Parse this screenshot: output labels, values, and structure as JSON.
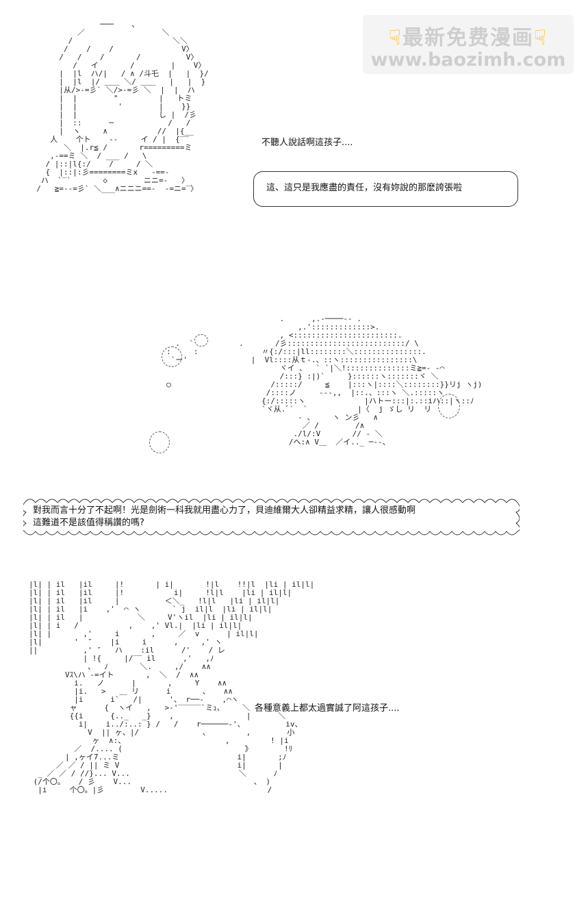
{
  "watermark": {
    "line1": "最新免费漫画",
    "line2": "www.baozimh.com",
    "hand_icon": "pointing-down-hand-icon"
  },
  "panel1": {
    "narration": "不聽人說話啊這孩子....",
    "speech": "這、這只是我應盡的責任，沒有妳說的那麽誇張啦"
  },
  "panel2": {
    "speech_line1": "對我而言十分了不起啊！光是劍術一科我就用盡心力了，貝迪維爾大人卻精益求精，讓人很感動啊",
    "speech_line2": "這難道不是該值得稱讚的嗎?"
  },
  "panel3": {
    "narration": "各種意義上都太過實誠了阿這孩子...."
  },
  "art": {
    "panel1": "                ───    、\n           ／                 ＼\n         /                      ＼＼\n        /    /    /               V〉\n       /   /    /       /          V〉\n          /   イ       /        |    V〉\n       |  |l  ハ/|   / ∧ /斗乇  |   |  }/\n       |  |l  |/ ＿＿ ＼/ ＿＿   |   |  }\n       |从/>‐=彡` ＼/>‐=彡 ＼  |  |  ハ\n       |  |        \"         |   トミ\n       |  |         '        |    }}\n       |  |                  し |  /彡\n       |  ::      ─            /   /\n       |  ヽ     ∧           //  |{__\n     人    个ト    ‐‐     イ / |  {‾‾\n        ＼  |.r≦ /       r=========ミ\n     ,-==ミ ＼  / ___ /   \\\n    / |::|l{:/    /     / ＼\n    {  |::|:彡========ミx   -==-\n   ハ  `‾`       ◇        ニニ=-   〉\n  /   ≧=--=彡` ＼___∧ニニニ==-  -=ニ=‾〉",
    "panel2": "                              .      ,.-────‐- .\n                                  ,.':::::::::::::>.\n                              , <:::::::::::::::::::::::.\n       .  `          .       /彡::::::::::::::::::::::::::/ \\\n     :     :              〃{:/:::|ll::::::::＼:::::::::::::::.\n      `ー'              |  Vl::::从ｔ-.、::ヽ::::::::::::::::\\\n                              ヾイ 、  ` `|＼!::::::::::::::ミ≧=- ‐⌒\n                              /:::} :|)`     }::::::ヽ:::::::ヾ ＼\n     ○                      /:::::/     ≦    |:::ヽ|::::＼::::::::}}リj ヽj)\n                           /::::ノ     ‐--,,  |::.、:::ヽ ＼.:::::ヽ\n                          {:/:::::ヽ             |ハトー:::|:.::iハ::|ヽ::ﾉ\n                          `ヾ从.ﾞ`  `           |〈  j ゞし リ  リ\n                                  ‐ 、    ヽ ン彡   ∧\n                                   ／ /        /∧\n                                 ./l/:V       // ‐ ＼\n                                /ヘ:∧ V＿  ／イ.._ ─‐‐、",
    "panel3": "|l| | il   |il     |!       | i|       !|l    !!|l  |li | il|l|\n|l| | il   |il     |!           i|     !l|l    |li | il|l|\n|l| | il   |il     |          ＜＼_   !l|l   |li | il|l|\n|l| | il   |i    ,'  ⌒ ヽ       ` j  il|l  |li | il|l|\n|l| | il   |            ＼     V'ヽil  |li | il|l|\n|l| | i   /           ,    ,' Vl.|  |li | il|l|\n|l| |       ,'     i       ,     ／  v      | il|l|\n|l|       '  ″    |i     i      ,     ,' ヽ\n||          ,' ″   ハ    :il      /'    / レ\n            | !{     |/‾‾ il      ,'   ,ﾉ\n             、  ﾉ       ＼.     ,/    ∧∧\n        Vｽ\\ハ -=イト       ,  ＼  /  ∧∧\n          i.   ノ      |       ,     Y    ∧∧\n          |i.   >   ＿ リ      i       、   ∧∧\n          |i      i`   /|      '、 r──‐    ,⌒ヽ\n         ャ      {  ヽイ   ,   >‐'‾‾‾‾‾`ミｭ、    ＼\n         {{i      {.._   _}    ,                |      ＼\n           i|    i../:..: } /   /    r──────‐'、         iv、\n             V  || ヶ、|/              、        ,        小\n              ヶ  ∧:、                      ,         ! |i\n          ／  /.... (                           》       !ﾘ\n        | ,ヶイ7...ミ                          i|       ;ﾉ\n      ／ ／ / || ミ V                          i|       |\n  _ ／ ／ / //}... V...                        ＼      ﾉ\n (/个〇。   / 彡    V...                           、 )\n  |i     个〇。|彡        V.....                      /"
  }
}
